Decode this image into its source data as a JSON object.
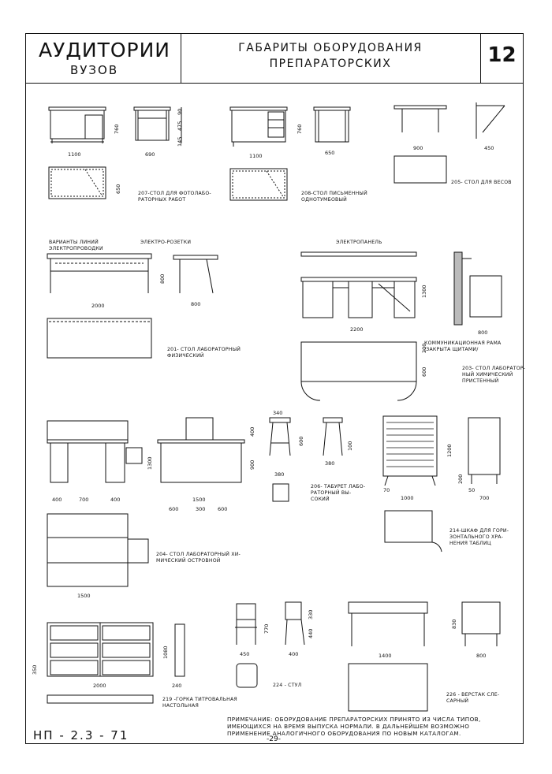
{
  "header": {
    "title": "АУДИТОРИИ",
    "subtitle": "ВУЗОВ",
    "center_line1": "ГАБАРИТЫ  ОБОРУДОВАНИЯ",
    "center_line2": "ПРЕПАРАТОРСКИХ",
    "sheet_number": "12"
  },
  "items": {
    "i207": "207-СТОЛ ДЛЯ ФОТОЛАБО-\nРАТОРНЫХ РАБОТ",
    "i208": "208-СТОЛ ПИСЬМЕННЫЙ\nОДНОТУМБОВЫЙ",
    "i205": "205- СТОЛ ДЛЯ ВЕСОВ",
    "i201": "201- СТОЛ ЛАБОРАТОРНЫЙ\nФИЗИЧЕСКИЙ",
    "i203": "203- СТОЛ ЛАБОРАТОР-\nНЫЙ ХИМИЧЕСКИЙ\nПРИСТЕННЫЙ",
    "i206": "206- ТАБУРЕТ ЛАБО-\nРАТОРНЫЙ ВЫ-\nСОКИЙ",
    "i214": "214-ШКАФ ДЛЯ ГОРИ-\nЗОНТАЛЬНОГО ХРА-\nНЕНИЯ ТАБЛИЦ",
    "i204": "204- СТОЛ ЛАБОРАТОРНЫЙ ХИ-\nМИЧЕСКИЙ ОСТРОВНОЙ",
    "i219": "219 -ГОРКА ТИТРОВАЛЬНАЯ\nНАСТОЛЬНАЯ",
    "i224": "224 - СТУЛ",
    "i226": "226 - ВЕРСТАК СЛЕ-\nСАРНЫЙ"
  },
  "labels": {
    "wiring": "ВАРИАНТЫ ЛИНИЙ\nЭЛЕКТРОПРОВОДКИ",
    "sockets": "ЭЛЕКТРО-РОЗЕТКИ",
    "panel": "ЭЛЕКТРОПАНЕЛЬ",
    "frame": "КОММУНИКАЦИОННАЯ РАМА\n/ЗАКРЫТА ЩИТАМИ/"
  },
  "dims": {
    "d1100a": "1100",
    "d760a": "760",
    "d690": "690",
    "d90": "90",
    "d475": "475",
    "d145": "145",
    "d650a": "650",
    "d1100b": "1100",
    "d760b": "760",
    "d650b": "650",
    "d900": "900",
    "d450a": "450",
    "d2000a": "2000",
    "d800a": "800",
    "d800b": "800",
    "d2200": "2200",
    "d1300a": "1300",
    "d800c": "800",
    "d200a": "200",
    "d600a": "600",
    "d400a": "400",
    "d700a": "700",
    "d400b": "400",
    "d1300b": "1300",
    "d1500a": "1500",
    "d600b": "600",
    "d300": "300",
    "d600c": "600",
    "d400c": "400",
    "d900b": "900",
    "d340": "340",
    "d600d": "600",
    "d100": "100",
    "d380a": "380",
    "d380b": "380",
    "d70": "70",
    "d1000": "1000",
    "d1200": "1200",
    "d200b": "200",
    "d50": "50",
    "d700b": "700",
    "d1500b": "1500",
    "d350": "350",
    "d1080": "1080",
    "d2000b": "2000",
    "d240": "240",
    "d770": "770",
    "d330": "330",
    "d440": "440",
    "d450b": "450",
    "d400d": "400",
    "d830": "830",
    "d1400": "1400",
    "d800d": "800"
  },
  "footer": {
    "code": "НП - 2.3 - 71",
    "note": "ПРИМЕЧАНИЕ: ОБОРУДОВАНИЕ ПРЕПАРАТОРСКИХ ПРИНЯТО ИЗ ЧИСЛА ТИПОВ, ИМЕЮЩИХСЯ НА ВРЕМЯ ВЫПУСКА НОРМАЛИ. В ДАЛЬНЕЙШЕМ ВОЗМОЖНО ПРИМЕНЕНИЕ АНАЛОГИЧНОГО ОБОРУДОВАНИЯ ПО НОВЫМ КАТАЛОГАМ.",
    "page": "-29-"
  }
}
